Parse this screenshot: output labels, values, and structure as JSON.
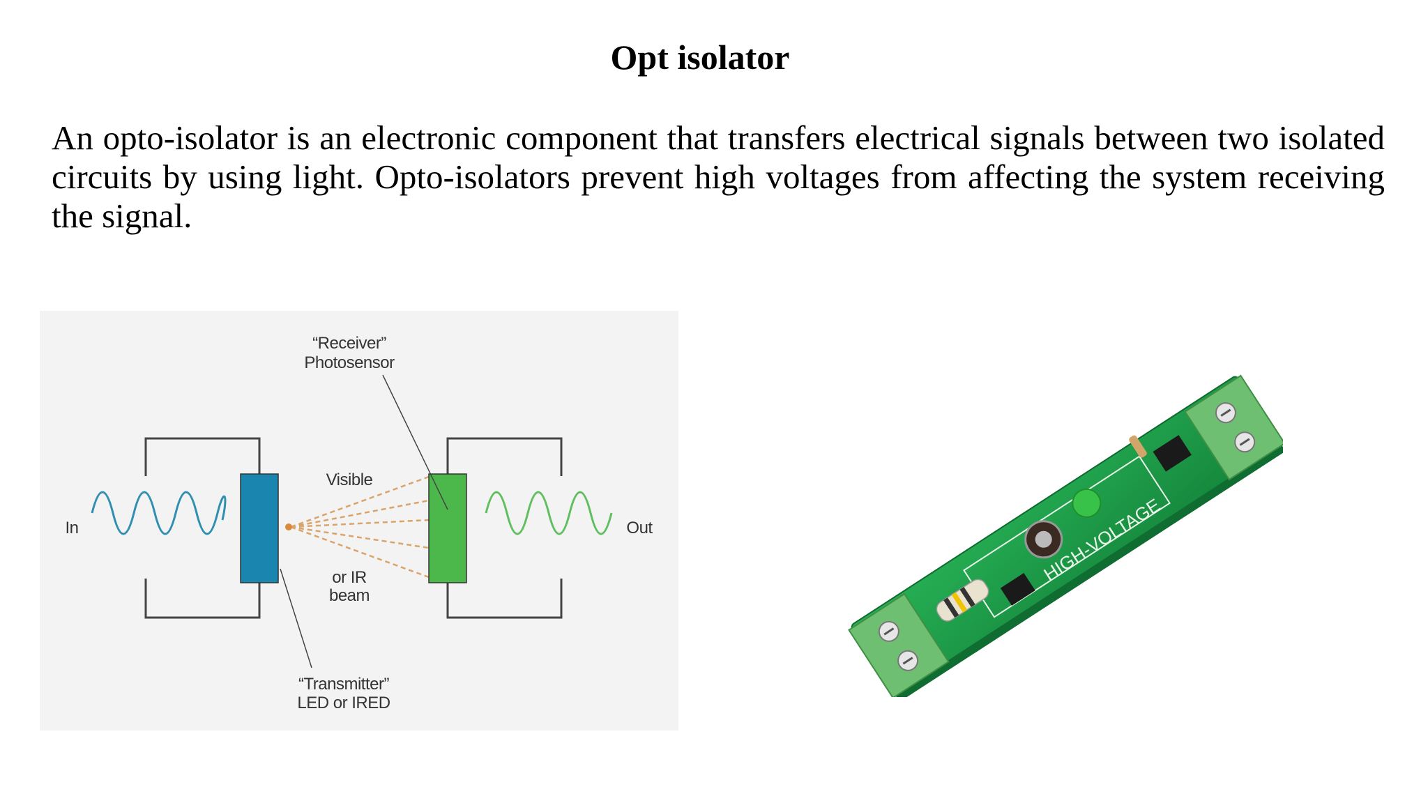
{
  "slide": {
    "title": "Opt isolator",
    "body": "An opto-isolator is an electronic component that transfers electrical signals between two isolated circuits by using light. Opto-isolators prevent high voltages from affecting the system receiving the signal."
  },
  "diagram": {
    "receiver_line1": "“Receiver”",
    "receiver_line2": "Photosensor",
    "visible_label": "Visible",
    "in_label": "In",
    "out_label": "Out",
    "beam_line1": "or IR",
    "beam_line2": "beam",
    "transmitter_line1": "“Transmitter”",
    "transmitter_line2": "LED or IRED",
    "colors": {
      "transmitter": "#1a86b0",
      "receiver": "#4cb84c",
      "input_wave": "#2f8fb0",
      "output_wave": "#5fbf5f",
      "beam": "#d9a46b",
      "circuit": "#444444"
    }
  },
  "photo": {
    "board_silkscreen": "HIGH-VOLTAGE",
    "colors": {
      "pcb": "#1f9e4c",
      "terminal": "#6fbf73"
    }
  }
}
